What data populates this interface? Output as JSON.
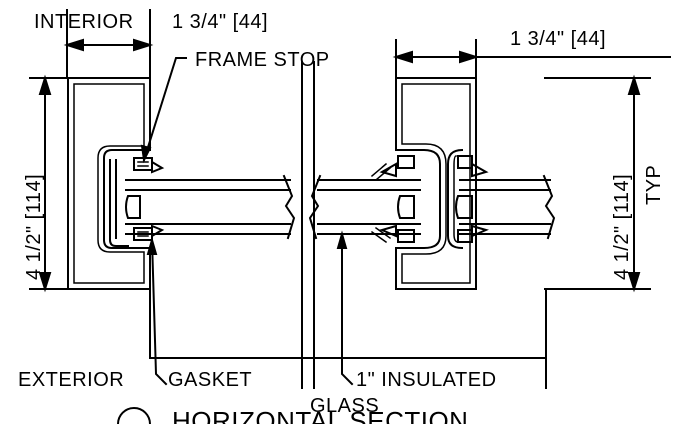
{
  "labels": {
    "interior": "INTERIOR",
    "exterior": "EXTERIOR",
    "frame_stop": "FRAME STOP",
    "gasket": "GASKET",
    "insulated_glass_line1": "1\" INSULATED",
    "insulated_glass_line2": "GLASS",
    "section_title": "HORIZONTAL SECTION"
  },
  "dimensions": {
    "left_width": "1 3/4\" [44]",
    "right_width": "1 3/4\" [44]",
    "left_height": "4 1/2\" [114]",
    "right_height": "4 1/2\" [114]",
    "typ": "TYP"
  }
}
